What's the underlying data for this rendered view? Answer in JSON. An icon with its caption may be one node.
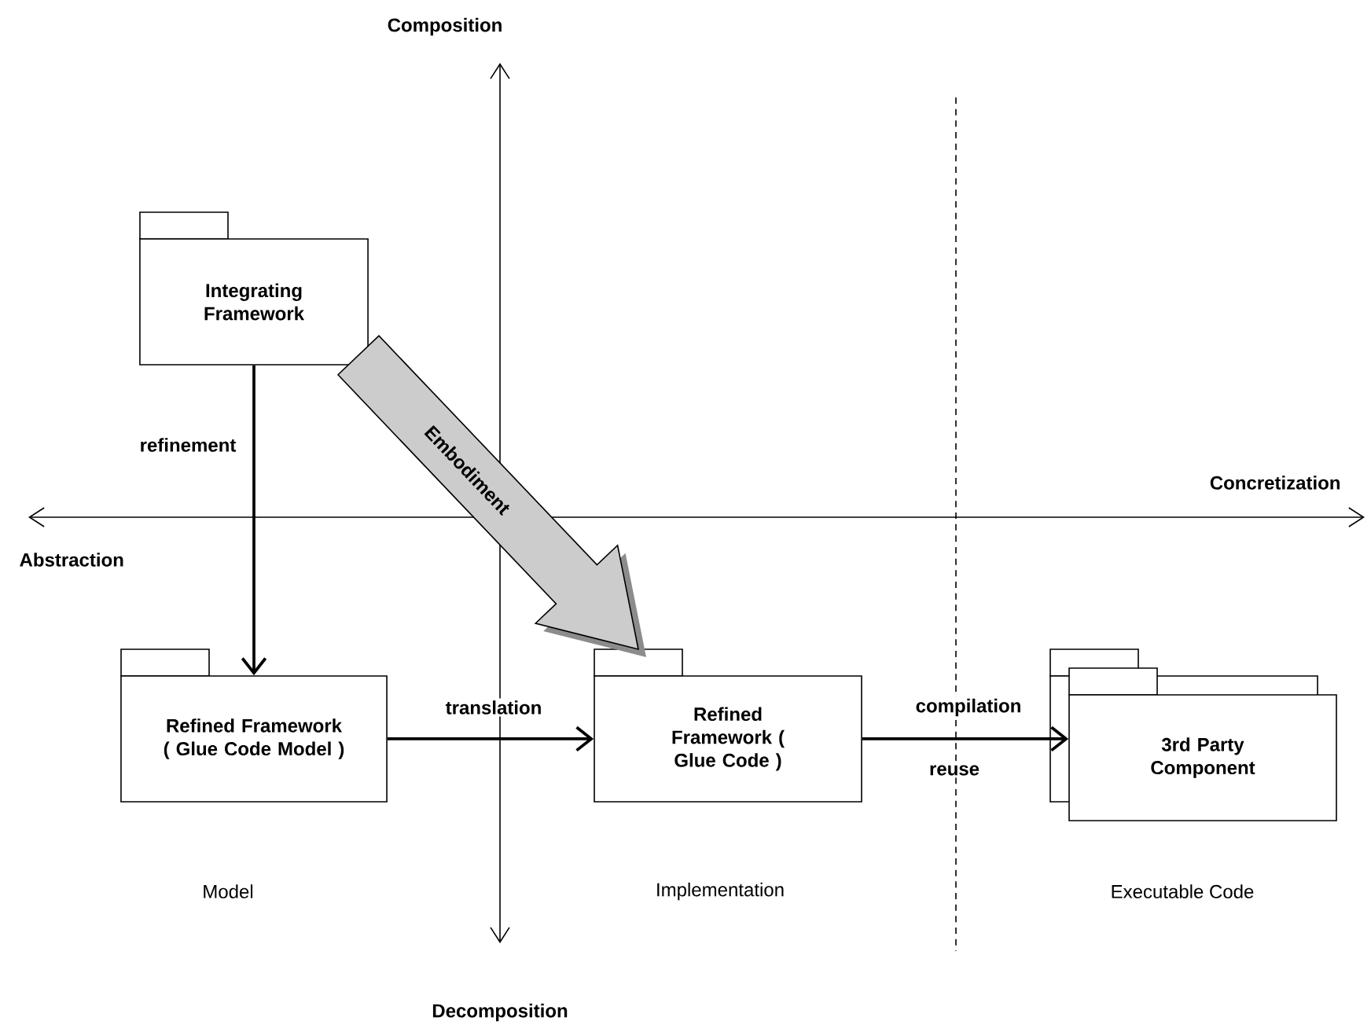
{
  "diagram": {
    "nodes": [
      {
        "text": [
          "Integrating Framework"
        ]
      },
      {
        "text": [
          "Refined Framework ( Glue Code Model )"
        ]
      },
      {
        "text": [
          "Refined Framework ( Glue Code )"
        ]
      },
      {
        "text": [
          "3rd Party Component"
        ]
      }
    ],
    "edges": [
      {
        "from": 0,
        "to": 1,
        "arrow": "to",
        "label": "refinement"
      },
      {
        "from": 1,
        "to": 2,
        "arrow": "to",
        "label": "translation"
      },
      {
        "from": 2,
        "to": 3,
        "arrow": "to",
        "label": "compilation"
      },
      {
        "from": 0,
        "to": 2,
        "arrow": "to",
        "label": "Embodiment",
        "style": "thick",
        "color": "#cccccc"
      }
    ],
    "labels": [
      "Composition",
      "Concretization",
      "Abstraction",
      "reuse",
      "Model",
      "Implementation",
      "Executable Code",
      "Decomposition"
    ]
  }
}
